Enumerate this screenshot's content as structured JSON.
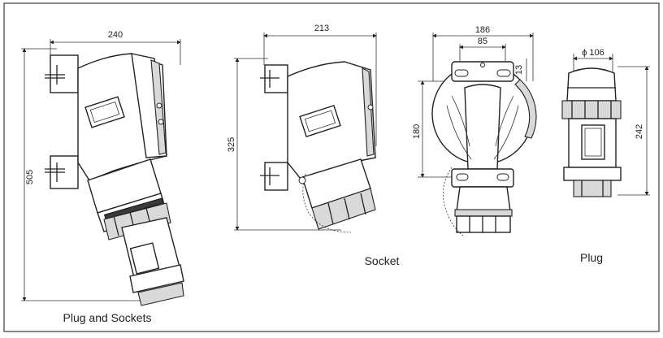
{
  "dimensions": {
    "plug_sockets_width": "240",
    "plug_sockets_height": "505",
    "socket_width": "213",
    "socket_height": "325",
    "front_width": "186",
    "front_inner_width": "85",
    "front_offset": "13",
    "front_height": "180",
    "plug_diameter": "ϕ 106",
    "plug_height": "242"
  },
  "captions": {
    "plug_and_sockets": "Plug and Sockets",
    "socket": "Socket",
    "plug": "Plug"
  },
  "colors": {
    "line": "#222222",
    "frame": "#555555",
    "background": "#ffffff"
  }
}
